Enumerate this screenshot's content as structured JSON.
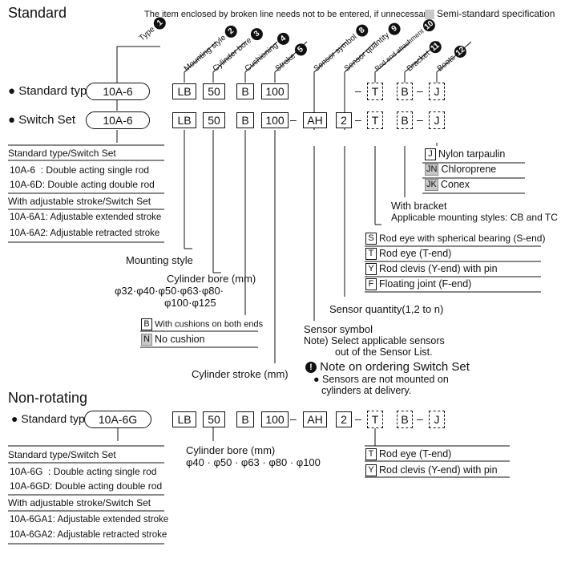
{
  "standard": {
    "heading": "Standard",
    "note": "The item enclosed by broken line needs not to be entered, if unnecessary.",
    "semi_standard": "Semi-standard specification",
    "headers": [
      {
        "label": "Type",
        "num": "1"
      },
      {
        "label": "Mounting style",
        "num": "2"
      },
      {
        "label": "Cylinder bore",
        "num": "3"
      },
      {
        "label": "Cushioning",
        "num": "4"
      },
      {
        "label": "Stroke",
        "num": "5"
      },
      {
        "label": "Sensor symbol",
        "num": "8"
      },
      {
        "label": "Sensor quantity",
        "num": "9"
      },
      {
        "label": "Rod end attachment",
        "num": "10"
      },
      {
        "label": "Bracket",
        "num": "11"
      },
      {
        "label": "Boots",
        "num": "12"
      }
    ],
    "row1": {
      "label": "Standard type",
      "type": "10A-6",
      "mount": "LB",
      "bore": "50",
      "cush": "B",
      "stroke": "100",
      "dash1": "–",
      "rod": "T",
      "bracket": "B",
      "dash2": "–",
      "boots": "J"
    },
    "row2": {
      "label": "Switch Set",
      "type": "10A-6",
      "mount": "LB",
      "bore": "50",
      "cush": "B",
      "stroke": "100",
      "dash0": "–",
      "sensor": "AH",
      "qty": "2",
      "dashq": "–",
      "rod": "T",
      "bracket": "B",
      "dash2": "–",
      "boots": "J"
    },
    "type_table": {
      "head1": "Standard type/Switch Set",
      "r1": "10A-6  : Double acting single rod",
      "r2": "10A-6D: Double acting double rod",
      "head2": "With adjustable stroke/Switch Set",
      "r3": "10A-6A1: Adjustable extended stroke",
      "r4": "10A-6A2: Adjustable retracted stroke"
    },
    "boots": [
      {
        "code": "J",
        "text": "Nylon tarpaulin",
        "semi": false
      },
      {
        "code": "JN",
        "text": "Chloroprene",
        "semi": true
      },
      {
        "code": "JK",
        "text": "Conex",
        "semi": true
      }
    ],
    "bracket_l1": "With bracket",
    "bracket_l2": "Applicable mounting styles: CB and TC",
    "rod_end": [
      {
        "code": "S",
        "text": "Rod eye with spherical bearing (S-end)"
      },
      {
        "code": "T",
        "text": "Rod eye (T-end)"
      },
      {
        "code": "Y",
        "text": "Rod clevis (Y-end) with pin"
      },
      {
        "code": "F",
        "text": "Floating joint (F-end)"
      }
    ],
    "mounting_style": "Mounting style",
    "bore_title": "Cylinder bore (mm)",
    "bore_l1": "φ32·φ40·φ50·φ63·φ80·",
    "bore_l2": "φ100·φ125",
    "cushion": [
      {
        "code": "B",
        "text": "With cushions on both ends",
        "semi": false
      },
      {
        "code": "N",
        "text": "No cushion",
        "semi": true
      }
    ],
    "sensor_qty": "Sensor quantity(1,2 to n)",
    "sensor_symbol": "Sensor symbol",
    "sensor_note1": "Note) Select applicable sensors",
    "sensor_note2": "out of the Sensor List.",
    "switch_note_title": "Note on ordering Switch Set",
    "switch_note_icon": "!",
    "switch_note_l1": "Sensors are not mounted on",
    "switch_note_l2": "cylinders at delivery.",
    "stroke": "Cylinder stroke (mm)"
  },
  "nonrot": {
    "heading": "Non-rotating",
    "row": {
      "label": "Standard type",
      "type": "10A-6G",
      "mount": "LB",
      "bore": "50",
      "cush": "B",
      "stroke": "100",
      "dash0": "–",
      "sensor": "AH",
      "qty": "2",
      "dashq": "–",
      "rod": "T",
      "bracket": "B",
      "dash2": "–",
      "boots": "J"
    },
    "type_table": {
      "head1": "Standard type/Switch Set",
      "r1": "10A-6G  : Double acting single rod",
      "r2": "10A-6GD: Double acting double rod",
      "head2": "With adjustable stroke/Switch Set",
      "r3": "10A-6GA1: Adjustable extended stroke",
      "r4": "10A-6GA2: Adjustable retracted stroke"
    },
    "bore_title": "Cylinder bore (mm)",
    "bore_l1": "φ40 · φ50 · φ63 · φ80 · φ100",
    "rod_end": [
      {
        "code": "T",
        "text": "Rod eye (T-end)"
      },
      {
        "code": "Y",
        "text": "Rod clevis (Y-end) with pin"
      }
    ]
  }
}
